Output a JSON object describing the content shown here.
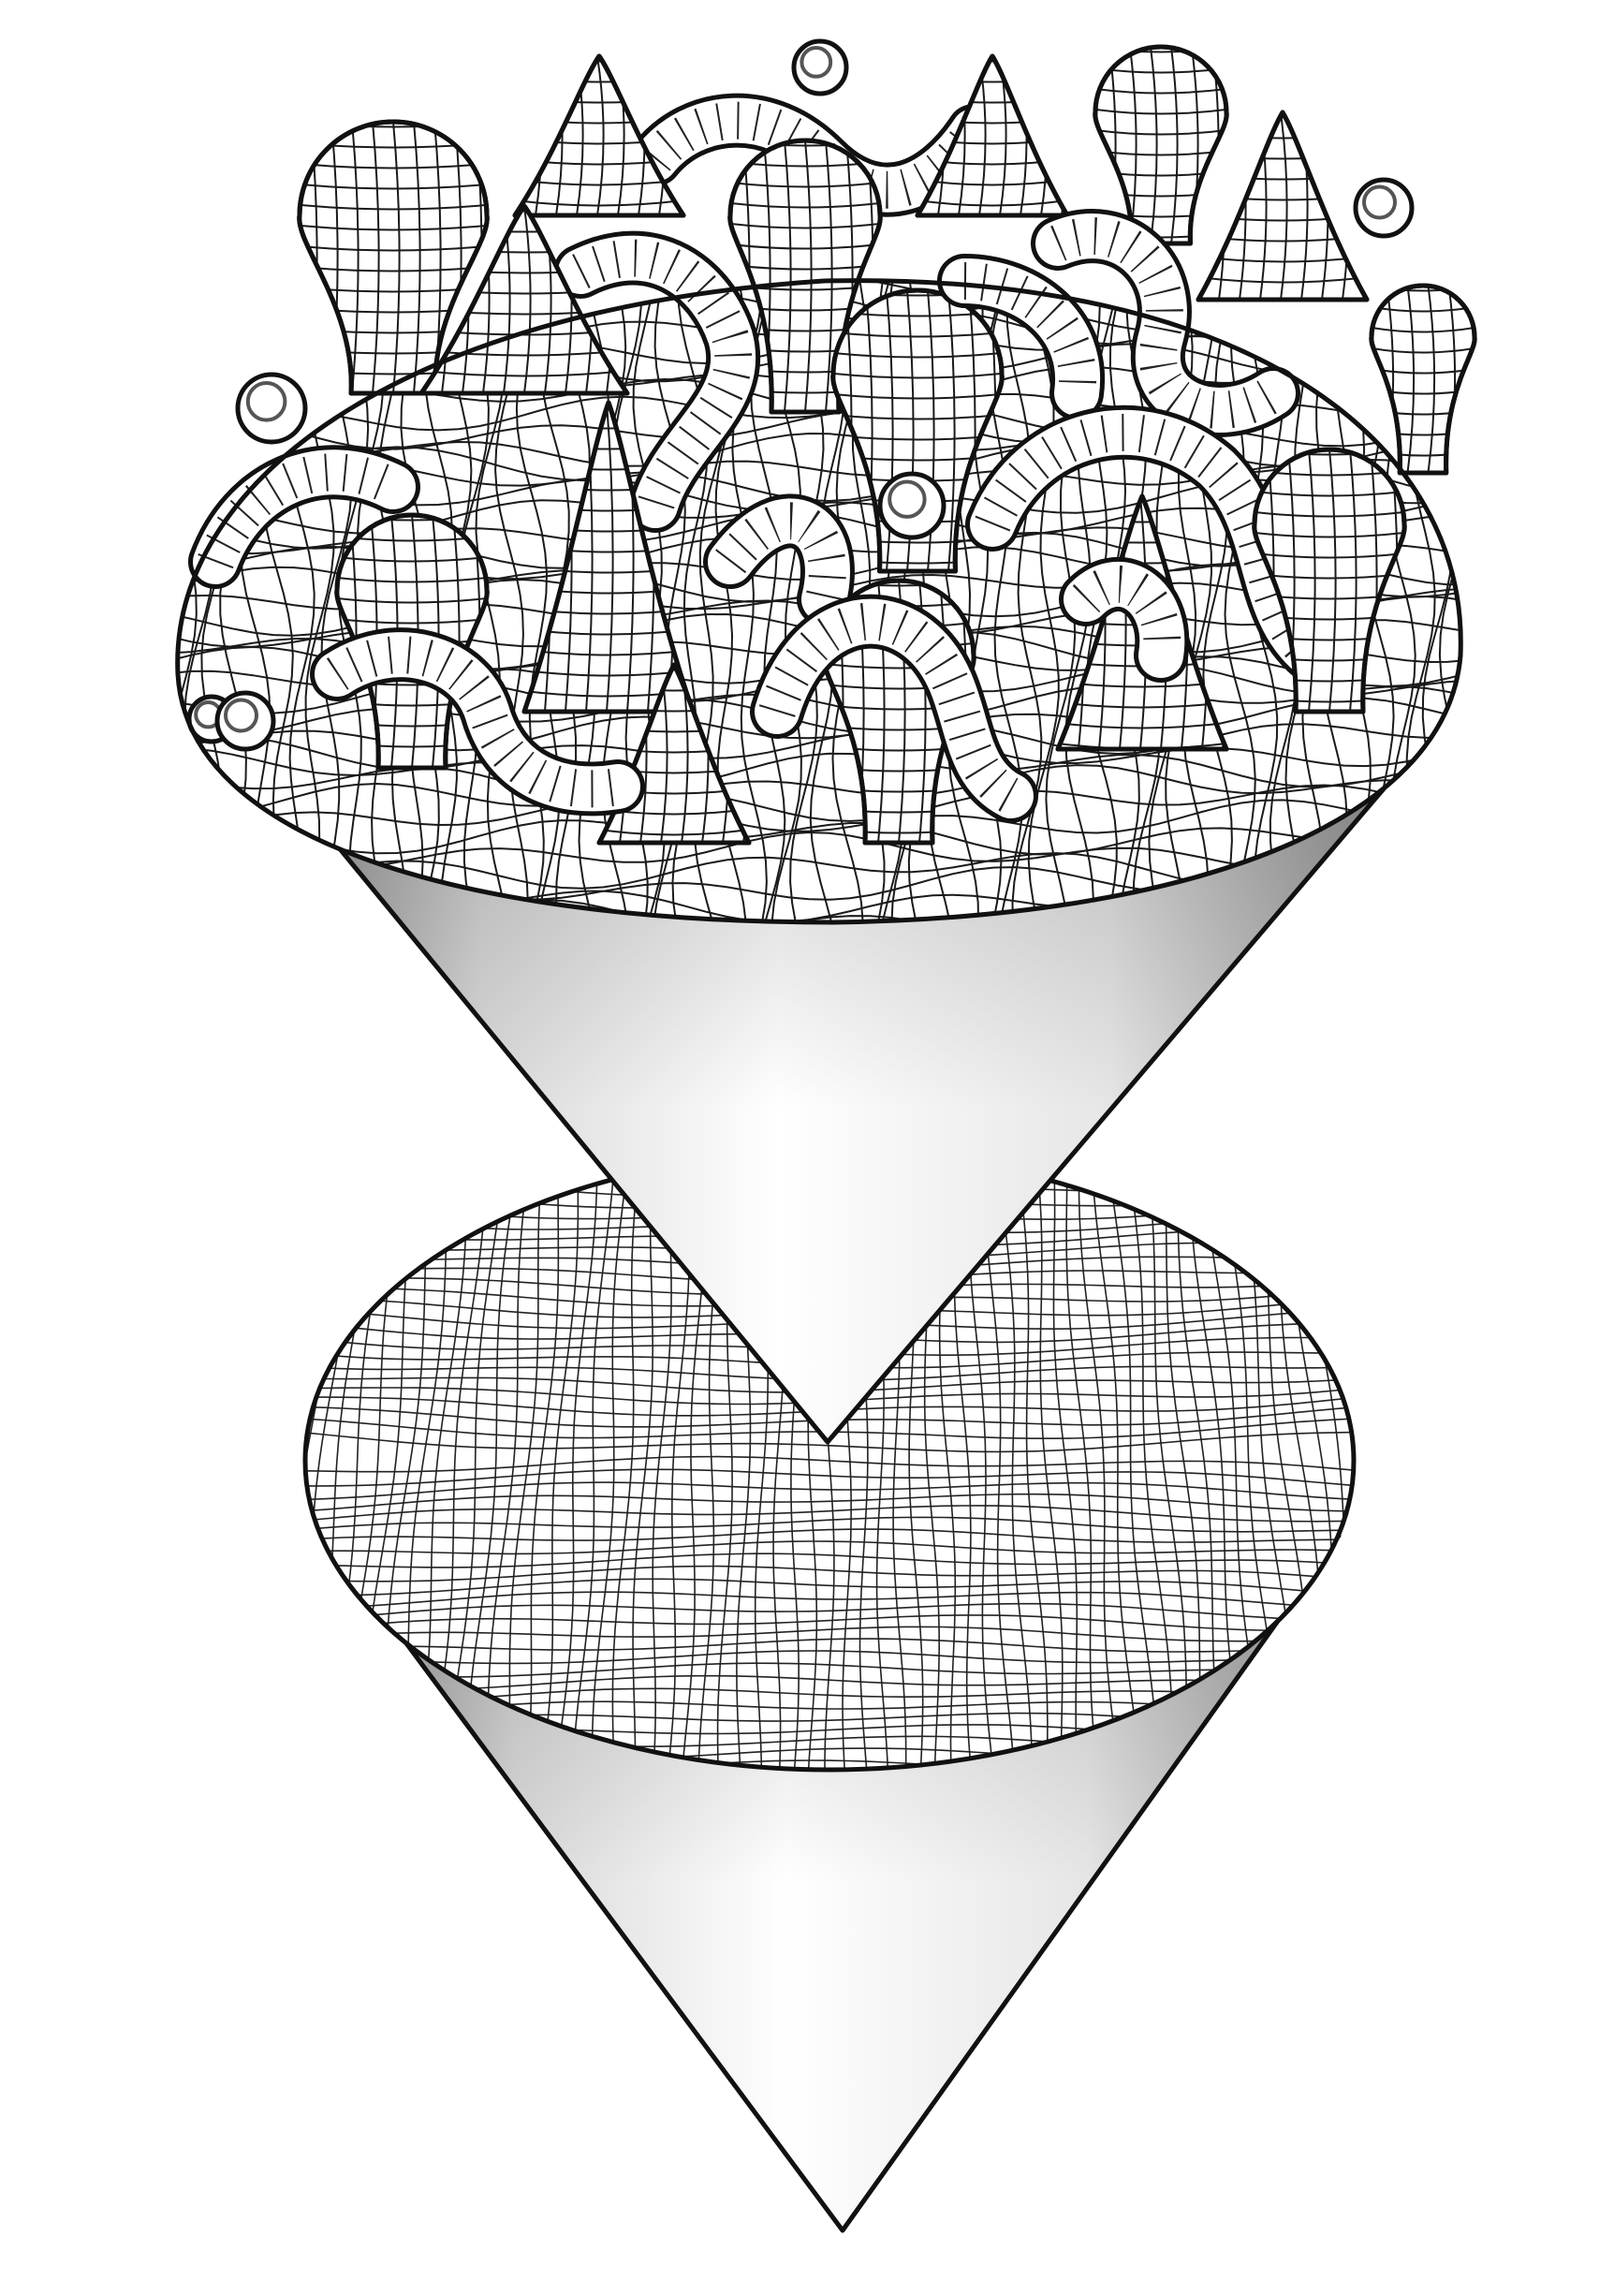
{
  "figure": {
    "description_visible_text": "",
    "colors": {
      "ink": "#111111",
      "paper": "#ffffff",
      "shade_dark": "#8f8f8f",
      "shade_light": "#f4f4f4"
    },
    "parts": [
      {
        "name": "upper-cone-surface",
        "icon": "lumpy-grid-surface"
      },
      {
        "name": "upper-cone",
        "icon": "inverted-cone"
      },
      {
        "name": "lower-cone-surface",
        "icon": "smooth-grid-disc"
      },
      {
        "name": "lower-cone",
        "icon": "inverted-cone"
      }
    ]
  }
}
